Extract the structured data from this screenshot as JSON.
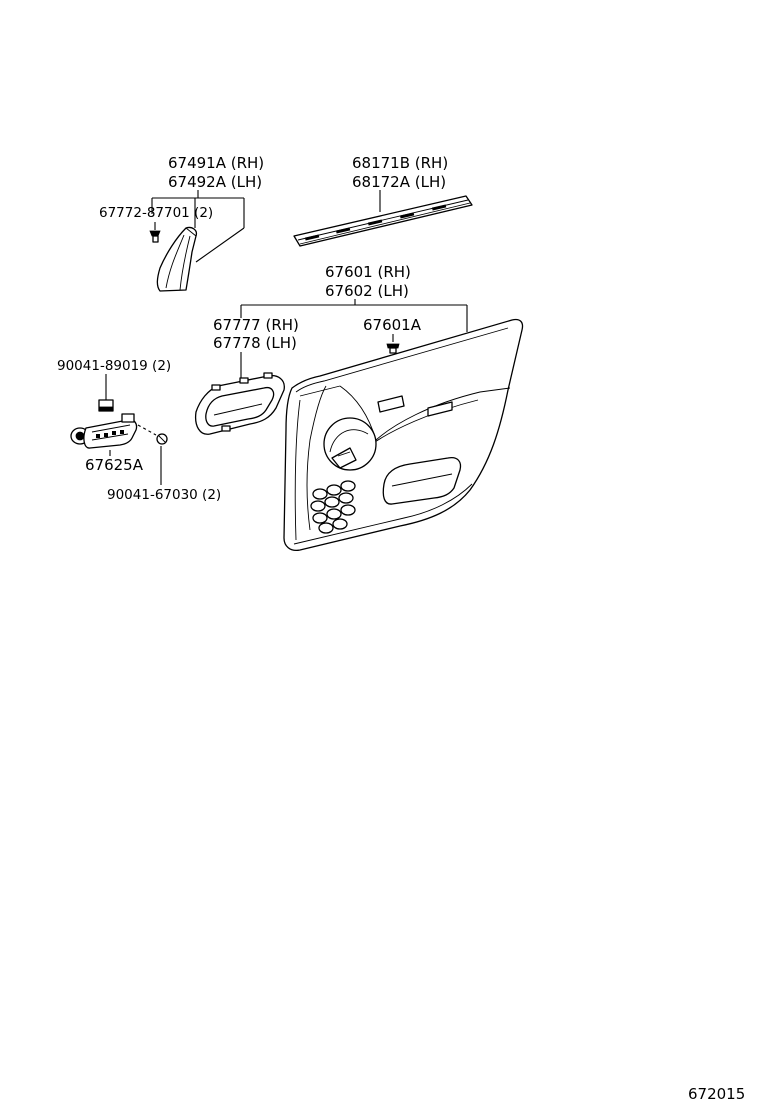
{
  "callouts": {
    "pillar_garnish_rh": "67491A (RH)",
    "pillar_garnish_lh": "67492A (LH)",
    "pillar_clip": "67772-87701 (2)",
    "weatherstrip_rh": "68171B (RH)",
    "weatherstrip_lh": "68172A (LH)",
    "door_trim_rh": "67601 (RH)",
    "door_trim_lh": "67602 (LH)",
    "handle_bezel_rh": "67777 (RH)",
    "handle_bezel_lh": "67778 (LH)",
    "trim_clip": "67601A",
    "bracket_nut": "90041-89019 (2)",
    "handle_bracket": "67625A",
    "bracket_screw": "90041-67030 (2)"
  },
  "figure_number": "672015"
}
